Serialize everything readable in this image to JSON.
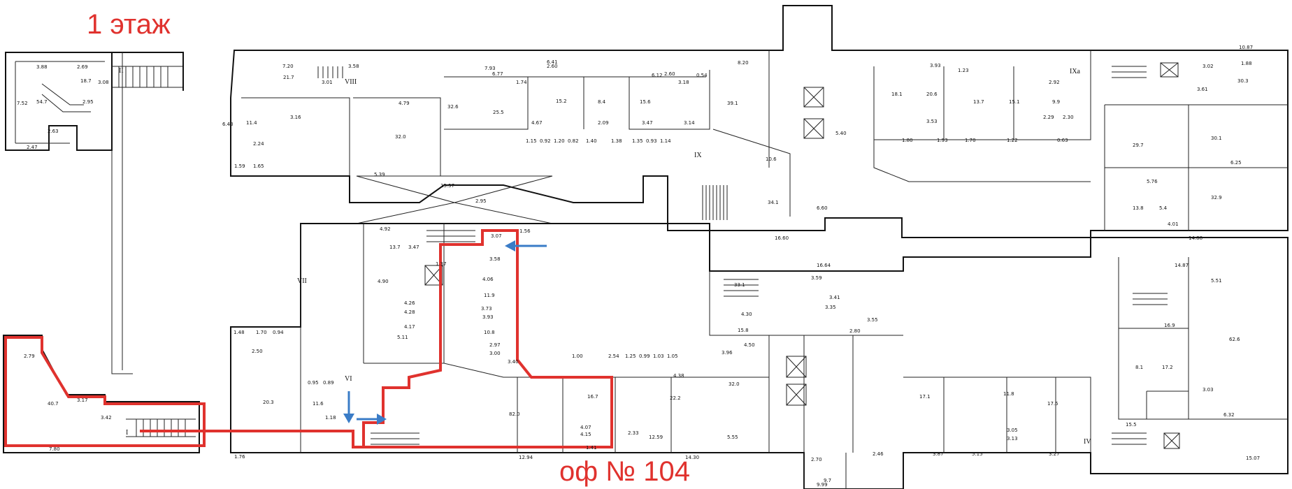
{
  "floor_title": "1 этаж",
  "office_label": "оф № 104",
  "colors": {
    "route": "#e0322e",
    "arrow": "#3a7cc7",
    "walls": "#111111"
  },
  "section_labels": [
    "I",
    "II",
    "IV",
    "VI",
    "VII",
    "VIII",
    "IX",
    "IXa"
  ],
  "dimensions": [
    "3.88",
    "2.69",
    "3.08",
    "2.95",
    "2.63",
    "2.47",
    "7.52",
    "7.20",
    "3.58",
    "2.60",
    "3.01",
    "7.93",
    "6.41",
    "6.77",
    "1.74",
    "8.20",
    "3.93",
    "1.23",
    "0.54",
    "3.18",
    "3.02",
    "1.88",
    "10.87",
    "4.79",
    "5.39",
    "3.16",
    "2.24",
    "1.65",
    "1.59",
    "6.43",
    "15.57",
    "2.95",
    "4.67",
    "1.15",
    "0.92",
    "1.20",
    "0.82",
    "1.40",
    "1.38",
    "1.35",
    "0.93",
    "1.14",
    "3.14",
    "2.09",
    "3.47",
    "6.12",
    "5.40",
    "3.53",
    "1.80",
    "1.93",
    "1.70",
    "1.22",
    "0.63",
    "16.60",
    "14.88",
    "16.64",
    "14.87",
    "4.92",
    "3.47",
    "3.07",
    "3.58",
    "4.06",
    "3.73",
    "3.93",
    "2.97",
    "3.00",
    "4.26",
    "4.28",
    "4.17",
    "5.11",
    "4.90",
    "1.37",
    "3.40",
    "1.56",
    "1.00",
    "2.54",
    "1.25",
    "0.99",
    "1.03",
    "1.05",
    "4.38",
    "3.96",
    "5.55",
    "12.59",
    "14.30",
    "12.94",
    "2.33",
    "4.07",
    "4.15",
    "1.41",
    "7.80",
    "3.42",
    "2.79",
    "3.17",
    "2.50",
    "1.48",
    "1.76",
    "15.07",
    "1.70",
    "0.94",
    "0.95",
    "0.89",
    "1.18",
    "4.30",
    "4.50",
    "3.59",
    "3.41",
    "3.35",
    "3.55",
    "2.80",
    "3.05",
    "3.13",
    "5.15",
    "3.27",
    "3.87",
    "2.46",
    "6.32",
    "5.51",
    "6.25",
    "4.01",
    "5.76",
    "3.61",
    "2.29",
    "2.30",
    "2.92",
    "2.60",
    "3.03",
    "6.60",
    "2.70",
    "9.99"
  ],
  "room_areas": [
    "54.7",
    "18.7",
    "21.7",
    "11.4",
    "32.0",
    "32.6",
    "15.2",
    "25.5",
    "8.4",
    "15.6",
    "39.1",
    "10.6",
    "18.1",
    "20.6",
    "13.7",
    "15.1",
    "9.9",
    "30.3",
    "30.1",
    "32.9",
    "13.8",
    "5.4",
    "33.1",
    "40.7",
    "20.3",
    "11.6",
    "13.7",
    "11.9",
    "10.8",
    "82.0",
    "16.7",
    "22.2",
    "32.0",
    "15.8",
    "17.1",
    "11.8",
    "17.5",
    "62.6",
    "17.2",
    "16.9",
    "8.1",
    "15.5",
    "9.7",
    "34.1",
    "29.7"
  ]
}
